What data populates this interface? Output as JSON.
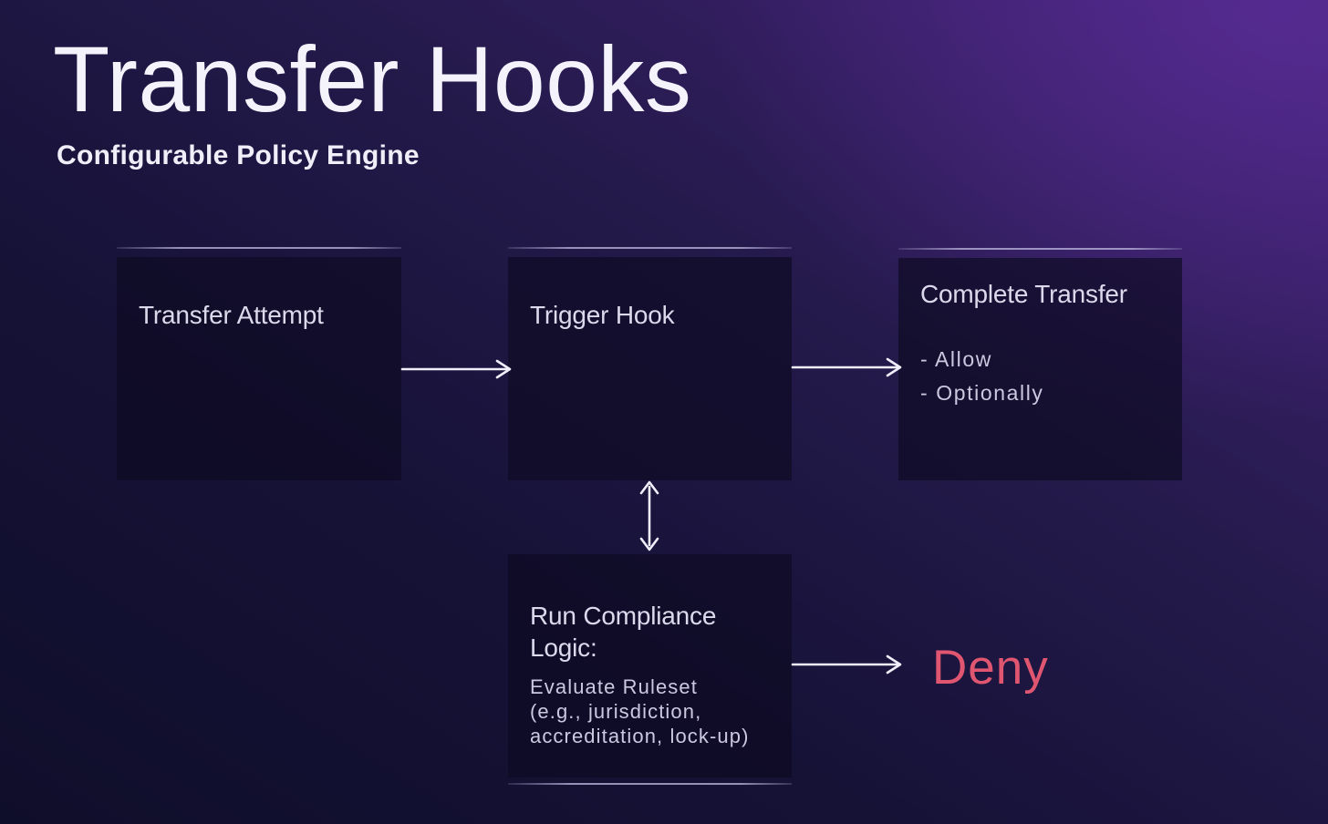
{
  "title": "Transfer Hooks",
  "subtitle": "Configurable Policy Engine",
  "diagram": {
    "nodes": [
      {
        "id": "transfer-attempt",
        "title": "Transfer Attempt"
      },
      {
        "id": "trigger-hook",
        "title": "Trigger Hook"
      },
      {
        "id": "complete-transfer",
        "title": "Complete Transfer",
        "items": [
          "- Allow",
          "- Optionally"
        ]
      },
      {
        "id": "run-compliance-logic",
        "title": "Run Compliance Logic:",
        "body_lines": [
          "Evaluate Ruleset",
          "(e.g., jurisdiction,",
          "accreditation, lock-up)"
        ]
      }
    ],
    "edges": [
      {
        "from": "transfer-attempt",
        "to": "trigger-hook",
        "style": "arrow"
      },
      {
        "from": "trigger-hook",
        "to": "complete-transfer",
        "style": "arrow"
      },
      {
        "from": "trigger-hook",
        "to": "run-compliance-logic",
        "style": "double-arrow"
      },
      {
        "from": "run-compliance-logic",
        "to": "deny",
        "style": "arrow"
      }
    ],
    "deny_label": "Deny"
  },
  "colors": {
    "background_dark": "#0f0e2a",
    "background_bright": "#46227b",
    "node_fill": "#16142f",
    "accent_line": "#c0bae2",
    "arrow": "#f0eefb",
    "heading_text": "#dcd9ec",
    "body_text": "#ccc8e0",
    "deny_text": "#e05670"
  }
}
